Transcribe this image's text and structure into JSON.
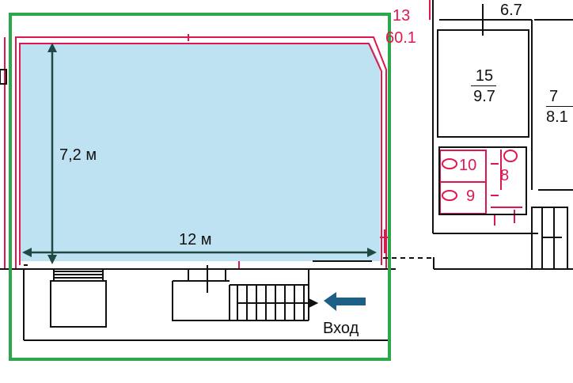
{
  "plan": {
    "colors": {
      "highlight_fill": "#bfe2f2",
      "frame_green": "#2aa84a",
      "wall_red": "#e0174f",
      "wall_black": "#111111",
      "arrow_blue": "#1d5f86"
    },
    "dimension_height": "7,2 м",
    "dimension_width": "12 м",
    "entrance_label": "Вход",
    "rooms": {
      "r13_number": "13",
      "r13_area": "60.1",
      "r6_area": "6.7",
      "r15_number": "15",
      "r15_area": "9.7",
      "r7_number": "7",
      "r7_area": "8.1",
      "r10_number": "10",
      "r9_number": "9",
      "r8_number": "8"
    }
  }
}
